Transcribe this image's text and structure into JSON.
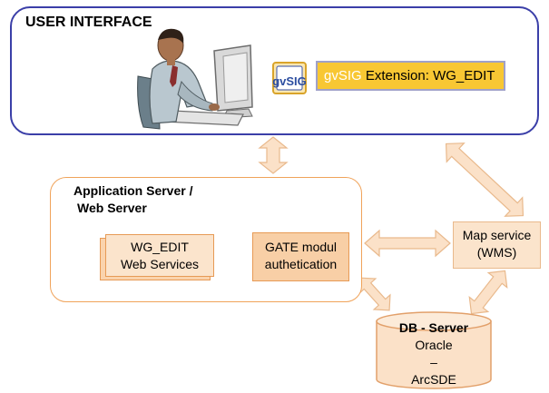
{
  "user_interface": {
    "title": "USER INTERFACE",
    "extension": {
      "brand": "gvSIG",
      "label": " Extension: WG_EDIT",
      "logo_text": "gvSIG"
    }
  },
  "app_server": {
    "title_line1": "Application Server /",
    "title_line2": "Web Server",
    "web_services": {
      "line1": "WG_EDIT",
      "line2": "Web Services"
    },
    "gate": {
      "line1": "GATE modul",
      "line2": "authetication"
    }
  },
  "map_service": {
    "line1": "Map service",
    "line2": "(WMS)"
  },
  "db_server": {
    "title": "DB - Server",
    "line1": "Oracle",
    "line2": "–",
    "line3": "ArcSDE"
  },
  "colors": {
    "ui_border": "#3b3fa8",
    "app_border": "#f0a35a",
    "arrow_fill": "#fbe1c8",
    "arrow_stroke": "#e9b98c",
    "extension_bg": "#f8c733"
  }
}
